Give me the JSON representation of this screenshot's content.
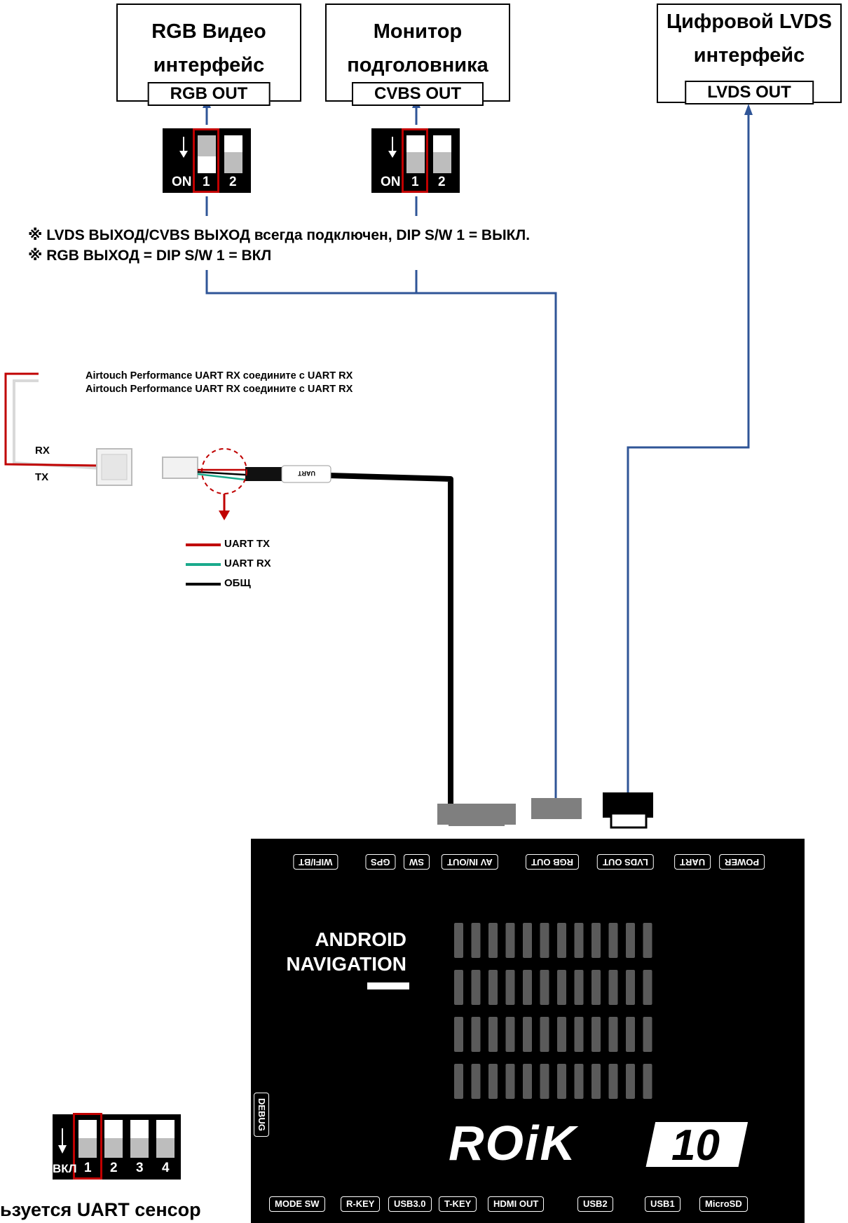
{
  "boxes": {
    "rgb": {
      "line1": "RGB Видео",
      "line2": "интерфейс",
      "port": "RGB OUT"
    },
    "monitor": {
      "line1": "Монитор",
      "line2": "подголовника",
      "port": "CVBS OUT"
    },
    "lvds": {
      "line1": "Цифровой LVDS",
      "line2": "интерфейс",
      "port": "LVDS OUT"
    }
  },
  "dip_top": {
    "on": "ON",
    "sw1": "1",
    "sw2": "2"
  },
  "notes": {
    "line1": "※ LVDS ВЫХОД/CVBS ВЫХОД всегда подключен, DIP S/W 1 = ВЫКЛ.",
    "line2": "※ RGB ВЫХОД = DIP S/W 1 = ВКЛ"
  },
  "uart_notes": {
    "line1": "Airtouch Performance UART RX соедините с UART RX",
    "line2": "Airtouch Performance UART RX соедините с UART RX"
  },
  "wire_labels": {
    "rx": "RX",
    "tx": "TX",
    "cable_tag": "UART"
  },
  "legend": [
    {
      "label": "UART TX",
      "color": "#c00000"
    },
    {
      "label": "UART RX",
      "color": "#1aaa8c"
    },
    {
      "label": "ОБЩ",
      "color": "#000000"
    }
  ],
  "device": {
    "top_ports": [
      "POWER",
      "UART",
      "LVDS OUT",
      "RGB OUT",
      "AV IN/OUT",
      "SW",
      "GPS",
      "WIFI/BT"
    ],
    "brand_line1": "ANDROID",
    "brand_line2": "NAVIGATION",
    "side_label": "DEBUG",
    "logo": "ROiK 10",
    "bottom_ports": [
      "MODE SW",
      "R-KEY",
      "USB3.0",
      "T-KEY",
      "HDMI OUT",
      "USB2",
      "USB1",
      "MicroSD"
    ]
  },
  "dip_bottom": {
    "on": "ВКЛ",
    "sw1": "1",
    "sw2": "2",
    "sw3": "3",
    "sw4": "4"
  },
  "bottom_caption": "ьзуется UART сенсор",
  "colors": {
    "wire_blue": "#2f5597",
    "highlight_red": "#c00000",
    "accent_green": "#1aaa8c"
  }
}
